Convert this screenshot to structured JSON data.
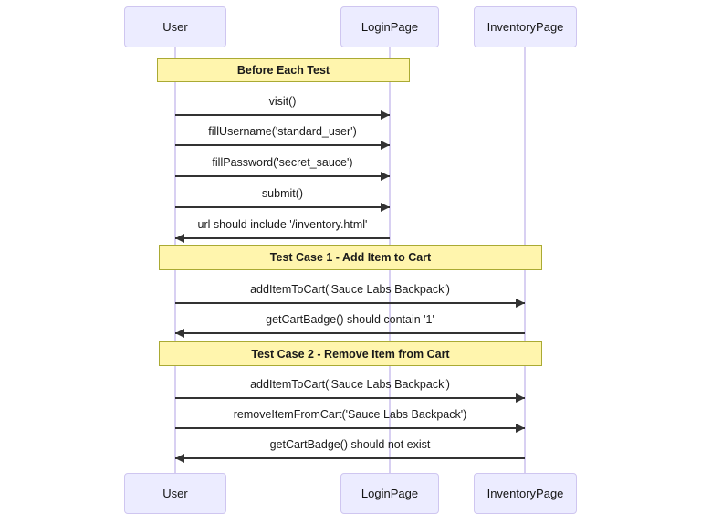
{
  "diagram_type": "sequence-diagram",
  "actors": [
    {
      "label": "User"
    },
    {
      "label": "LoginPage"
    },
    {
      "label": "InventoryPage"
    }
  ],
  "notes": [
    {
      "text": "Before Each Test",
      "over": [
        "User",
        "LoginPage"
      ]
    },
    {
      "text": "Test Case 1 - Add Item to Cart",
      "over": [
        "User",
        "InventoryPage"
      ]
    },
    {
      "text": "Test Case 2 - Remove Item from Cart",
      "over": [
        "User",
        "InventoryPage"
      ]
    }
  ],
  "messages": [
    {
      "from": "User",
      "to": "LoginPage",
      "direction": "right",
      "text": "visit()"
    },
    {
      "from": "User",
      "to": "LoginPage",
      "direction": "right",
      "text": "fillUsername('standard_user')"
    },
    {
      "from": "User",
      "to": "LoginPage",
      "direction": "right",
      "text": "fillPassword('secret_sauce')"
    },
    {
      "from": "User",
      "to": "LoginPage",
      "direction": "right",
      "text": "submit()"
    },
    {
      "from": "LoginPage",
      "to": "User",
      "direction": "left",
      "text": "url should include '/inventory.html'"
    },
    {
      "from": "User",
      "to": "InventoryPage",
      "direction": "right",
      "text": "addItemToCart('Sauce Labs Backpack')"
    },
    {
      "from": "InventoryPage",
      "to": "User",
      "direction": "left",
      "text": "getCartBadge() should contain '1'"
    },
    {
      "from": "User",
      "to": "InventoryPage",
      "direction": "right",
      "text": "addItemToCart('Sauce Labs Backpack')"
    },
    {
      "from": "User",
      "to": "InventoryPage",
      "direction": "right",
      "text": "removeItemFromCart('Sauce Labs Backpack')"
    },
    {
      "from": "InventoryPage",
      "to": "User",
      "direction": "left",
      "text": "getCartBadge() should not exist"
    }
  ],
  "colors": {
    "actor_fill": "#ECECFF",
    "actor_border": "#CFC6F0",
    "lifeline": "#D8D0F2",
    "note_fill": "#FFF5AD",
    "note_border": "#AAAA33",
    "arrow": "#333333",
    "text": "#1A1A1A",
    "background": "#FFFFFF"
  }
}
